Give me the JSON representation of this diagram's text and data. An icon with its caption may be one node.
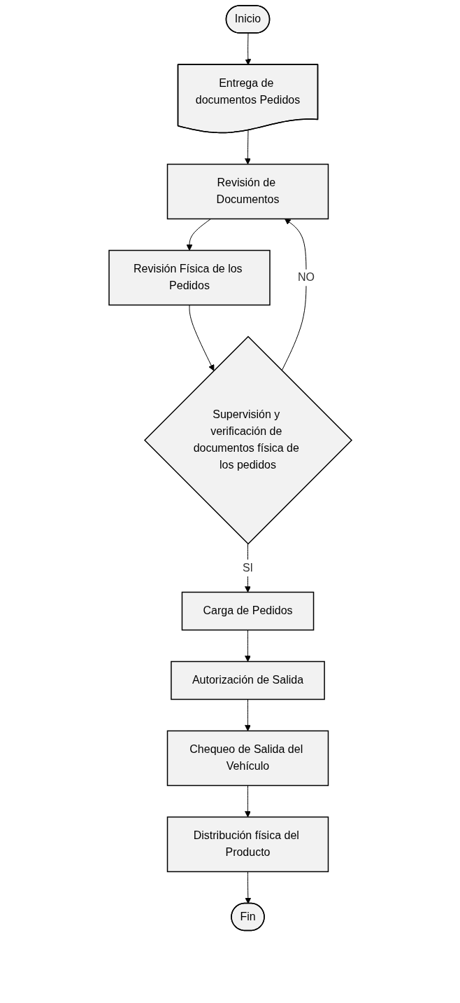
{
  "diagram": {
    "nodes": [
      {
        "text": [
          "Inicio"
        ]
      },
      {
        "text": [
          "Entrega de documentos Pedidos"
        ]
      },
      {
        "text": [
          "Revisión de Documentos"
        ]
      },
      {
        "text": [
          "Revisión Física de los Pedidos"
        ]
      },
      {
        "text": [
          "Supervisión y verificación de documentos física de los pedidos"
        ]
      },
      {
        "text": [
          "Carga de Pedidos"
        ]
      },
      {
        "text": [
          "Autorización de Salida"
        ]
      },
      {
        "text": [
          "Chequeo de Salida del Vehículo"
        ]
      },
      {
        "text": [
          "Distribución física del Producto"
        ]
      },
      {
        "text": [
          "Fin"
        ]
      }
    ],
    "edges": [
      {
        "from": 0,
        "to": 1,
        "arrow": "to"
      },
      {
        "from": 1,
        "to": 2,
        "arrow": "to"
      },
      {
        "from": 2,
        "to": 3,
        "arrow": "to"
      },
      {
        "from": 3,
        "to": 4,
        "arrow": "to"
      },
      {
        "from": 4,
        "to": 5,
        "arrow": "to",
        "label": "SI"
      },
      {
        "from": 5,
        "to": 6,
        "arrow": "to"
      },
      {
        "from": 6,
        "to": 7,
        "arrow": "to"
      },
      {
        "from": 7,
        "to": 8,
        "arrow": "to"
      },
      {
        "from": 8,
        "to": 9,
        "arrow": "to"
      },
      {
        "from": 4,
        "to": 2,
        "arrow": "to",
        "label": "NO"
      }
    ]
  }
}
